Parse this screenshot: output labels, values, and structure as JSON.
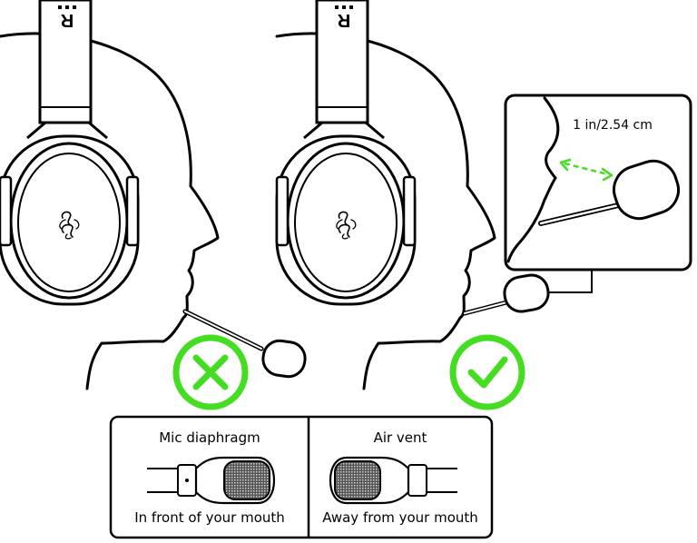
{
  "inset": {
    "measurement_label": "1 in/2.54 cm"
  },
  "legend": {
    "left": {
      "title": "Mic diaphragm",
      "caption": "In front of your mouth"
    },
    "right": {
      "title": "Air vent",
      "caption": "Away from your mouth"
    }
  },
  "headset": {
    "side_mark": "R"
  },
  "colors": {
    "correct": "#44dd22",
    "incorrect": "#44dd22",
    "outline": "#000000",
    "measure_arrow": "#44dd22"
  },
  "icons": {
    "wrong": "x-icon",
    "right": "checkmark-icon",
    "logo": "razer-snake-logo"
  }
}
